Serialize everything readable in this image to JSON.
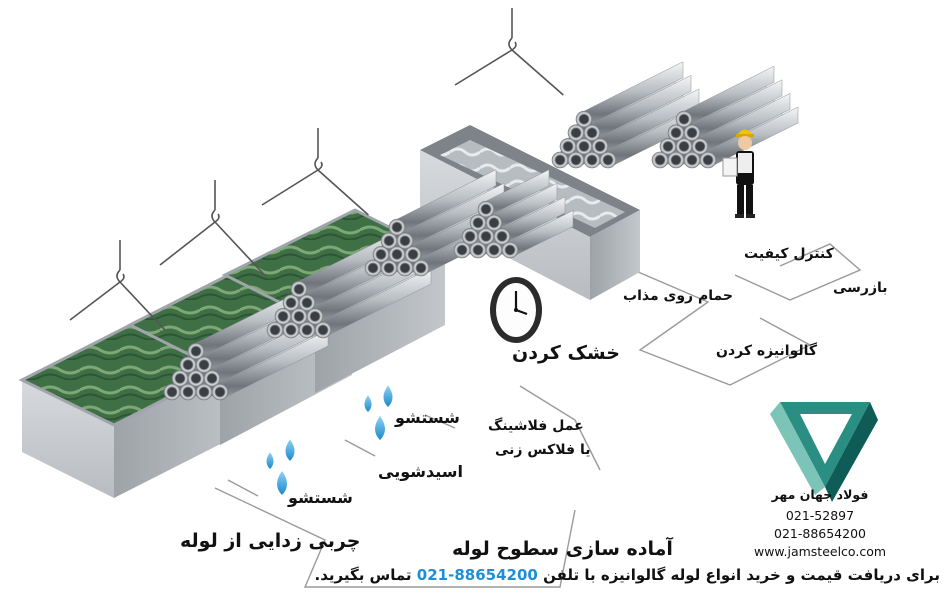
{
  "labels": {
    "degrease": "چربی زدایی از لوله",
    "rinse1": "شستشو",
    "acid": "اسیدشویی",
    "rinse2": "شستشو",
    "flux_line1": "عمل فلاشینگ",
    "flux_line2": "یا فلاکس زنی",
    "surface_prep": "آماده سازی سطوح لوله",
    "drying": "خشک کردن",
    "bath": "حمام روی مذاب",
    "galvanize": "گالوانیزه کردن",
    "qc": "کنترل کیفیت",
    "inspection": "بازرسی"
  },
  "company": {
    "name": "فولاد جهان مهر",
    "phone1": "021-52897",
    "phone2": "021-88654200",
    "website": "www.jamsteelco.com",
    "brand_colors": [
      "#2a8f82",
      "#0f5c57",
      "#7cc3b8"
    ]
  },
  "footer": {
    "text_before": "برای دریافت قیمت و خرید انواع لوله گالوانیزه با تلفن",
    "phone": "021-88654200",
    "text_after": "تماس بگیرید.",
    "phone_color": "#1e8fd6"
  }
}
